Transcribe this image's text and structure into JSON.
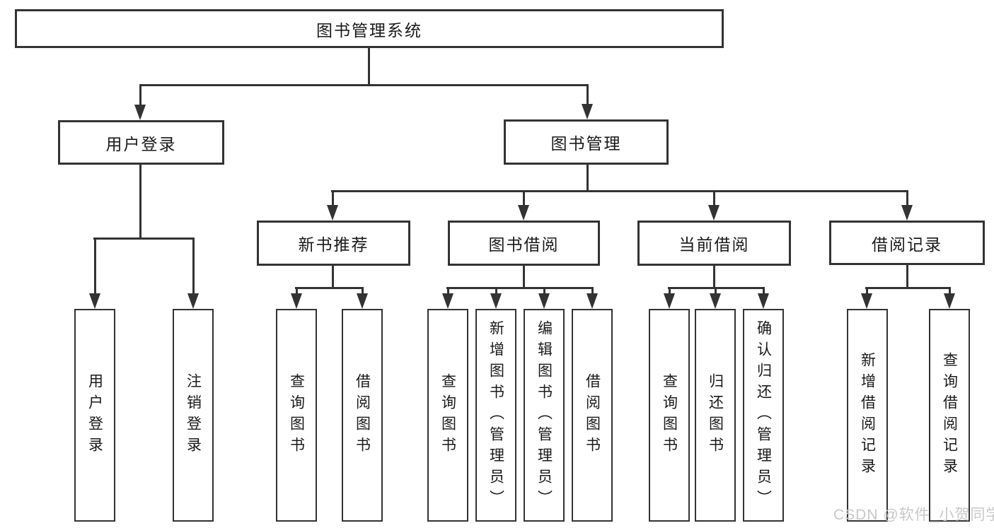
{
  "tree": {
    "root": {
      "label": "图书管理系统",
      "children": [
        {
          "label": "用户登录",
          "children": [
            {
              "label": "用户登录"
            },
            {
              "label": "注销登录"
            }
          ]
        },
        {
          "label": "图书管理",
          "children": [
            {
              "label": "新书推荐",
              "children": [
                {
                  "label": "查询图书"
                },
                {
                  "label": "借阅图书"
                }
              ]
            },
            {
              "label": "图书借阅",
              "children": [
                {
                  "label": "查询图书"
                },
                {
                  "label": "新增图书（管理员）"
                },
                {
                  "label": "编辑图书（管理员）"
                },
                {
                  "label": "借阅图书"
                }
              ]
            },
            {
              "label": "当前借阅",
              "children": [
                {
                  "label": "查询图书"
                },
                {
                  "label": "归还图书"
                },
                {
                  "label": "确认归还（管理员）"
                }
              ]
            },
            {
              "label": "借阅记录",
              "children": [
                {
                  "label": "新增借阅记录"
                },
                {
                  "label": "查询借阅记录"
                }
              ]
            }
          ]
        }
      ]
    }
  },
  "watermark": {
    "text": "CSDN @软件_小贺同学",
    "color": "#c8c8c8"
  },
  "colors": {
    "line": "#333333",
    "text": "#1a1a1a",
    "background": "#ffffff"
  }
}
